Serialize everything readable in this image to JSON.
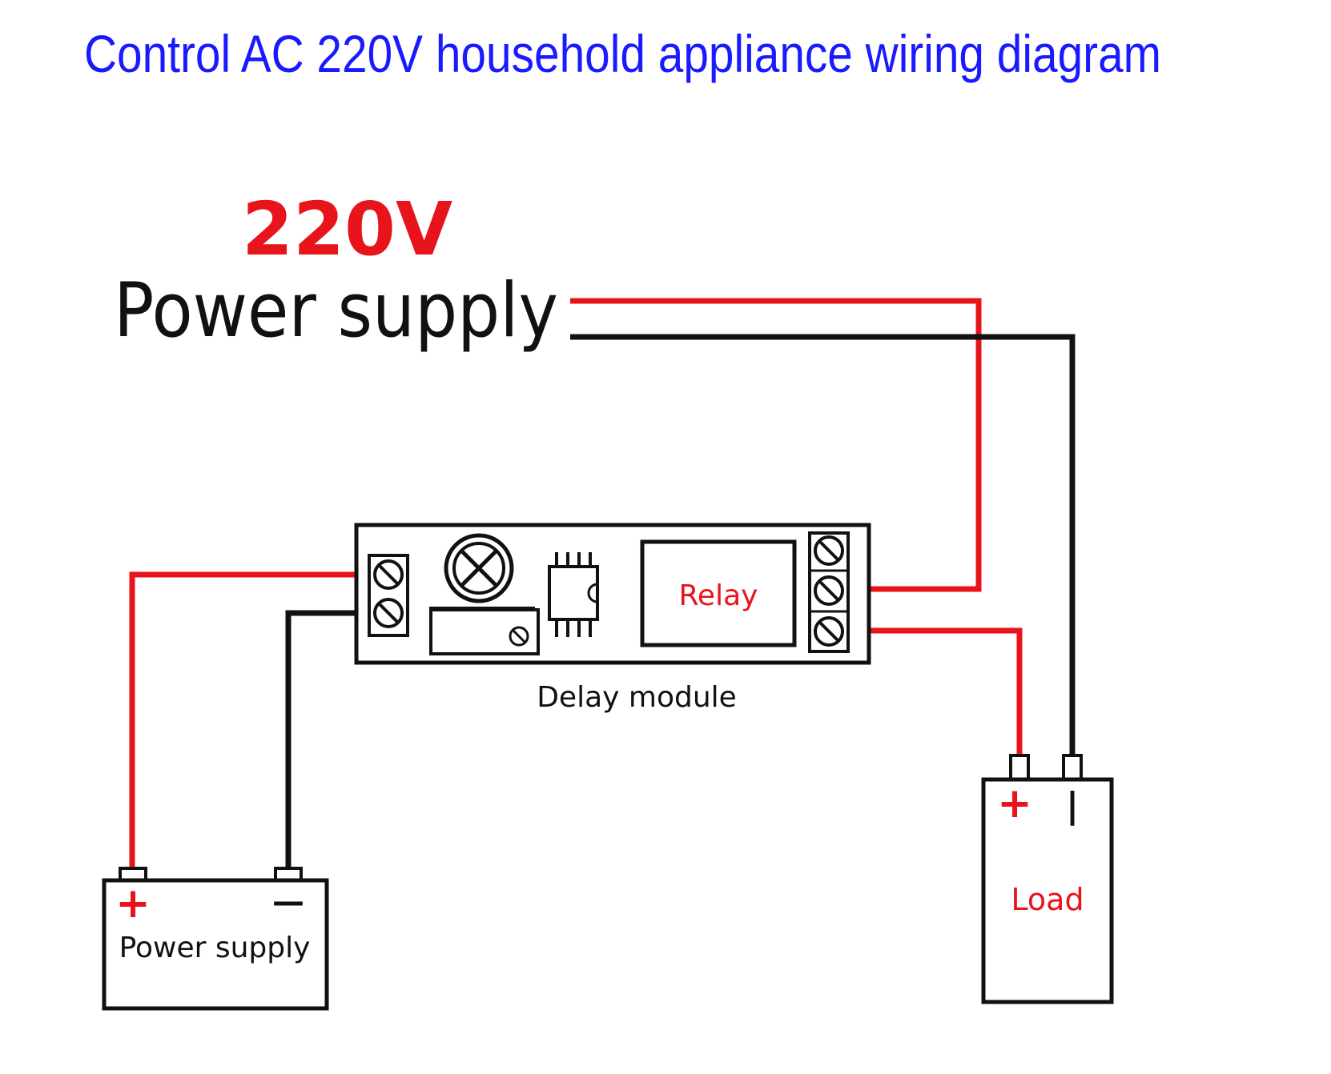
{
  "title": "Control AC 220V household appliance wiring diagram",
  "ac_source": {
    "voltage": "220V",
    "label": "Power supply"
  },
  "module": {
    "label": "Delay module",
    "relay_label": "Relay"
  },
  "dc_supply": {
    "label": "Power supply",
    "plus": "+",
    "minus": "—"
  },
  "load": {
    "label": "Load",
    "plus": "+",
    "minus": "|"
  },
  "colors": {
    "title": "#1a1aff",
    "accent_red": "#e8141c",
    "wire_black": "#111111"
  }
}
